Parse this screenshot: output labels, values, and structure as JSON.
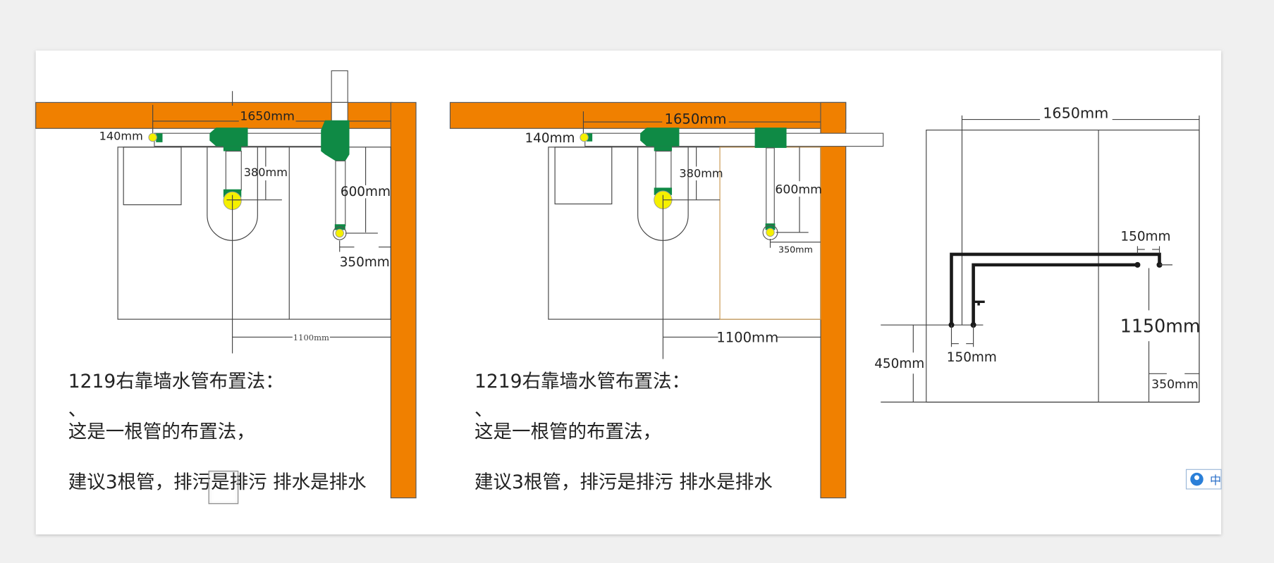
{
  "panel1": {
    "dims": {
      "total": "1650mm",
      "offset": "140mm",
      "drain_depth": "380mm",
      "height": "600mm",
      "wall_gap": "350mm",
      "width": "1100mm"
    },
    "text": {
      "title": "1219右靠墙水管布置法：",
      "mark": "、",
      "line1": "这是一根管的布置法，",
      "line2": "建议3根管，排污是排污  排水是排水"
    }
  },
  "panel2": {
    "dims": {
      "total": "1650mm",
      "offset": "140mm",
      "drain_depth": "380mm",
      "height": "600mm",
      "wall_gap": "350mm",
      "width": "1100mm"
    },
    "text": {
      "title": "1219右靠墙水管布置法：",
      "mark": "、",
      "line1": "这是一根管的布置法，",
      "line2": "建议3根管，排污是排污  排水是排水"
    }
  },
  "panel3": {
    "dims": {
      "total": "1650mm",
      "top_spacing": "150mm",
      "bottom_spacing": "150mm",
      "base_height": "450mm",
      "pipe_height": "1150mm",
      "wall_gap": "350mm"
    }
  },
  "widget": {
    "label": "中"
  },
  "colors": {
    "wall": "#f08000",
    "fitting": "#0f8a45",
    "drain": "#f5f000"
  }
}
